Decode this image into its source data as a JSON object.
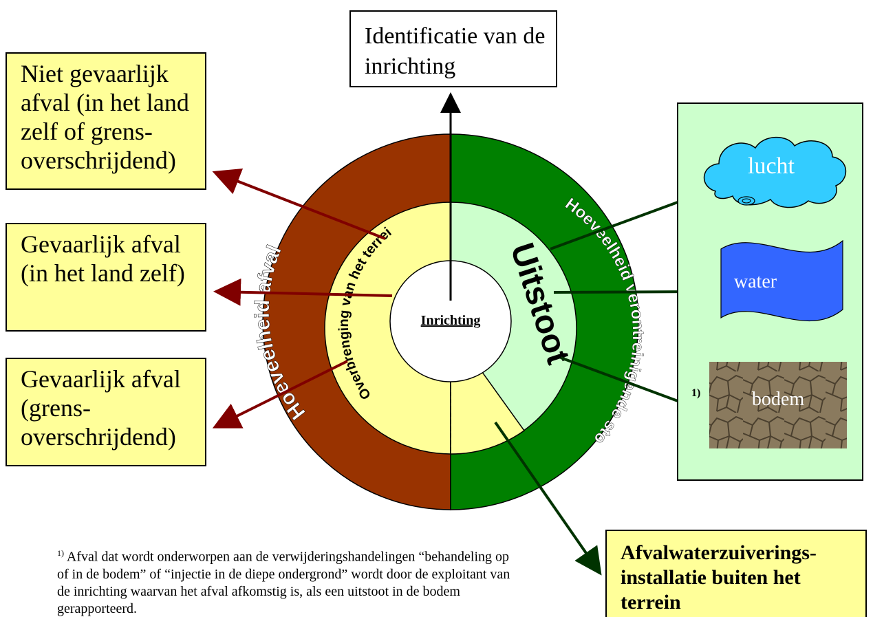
{
  "identification": "Identificatie van de inrichting",
  "left_boxes": [
    "Niet gevaarlijk afval (in het land zelf of grens-overschrijdend)",
    "Gevaarlijk afval (in het land zelf)",
    "Gevaarlijk afval (grens-overschrijdend)"
  ],
  "ring": {
    "left_outer": "Hoeveelheid afval",
    "left_inner": "Overbrenging van het terrein naar elders",
    "right_outer": "Hoeveelheid verontreinigende stoffen",
    "right_inner": "Uitstoot",
    "center": "Inrichting"
  },
  "media": {
    "air": "lucht",
    "water": "water",
    "soil": "bodem",
    "soil_note": "1)"
  },
  "wastewater_box": "Afvalwaterzuiverings-installatie buiten het terrein",
  "footnote": {
    "marker": "1)",
    "text": "Afval dat wordt onderworpen aan de verwijderingshandelingen “behandeling op of in de bodem” of “injectie in de diepe ondergrond” wordt door de exploitant van de inrichting waarvan het afval afkomstig is, als een uitstoot in de bodem gerapporteerd."
  },
  "colors": {
    "brown": "#993300",
    "dark_green": "#008000",
    "light_yellow": "#ffff99",
    "light_green": "#ccffcc",
    "arrow_red": "#800000",
    "arrow_green": "#003300",
    "cloud": "#33ccff",
    "water": "#3366ff"
  }
}
